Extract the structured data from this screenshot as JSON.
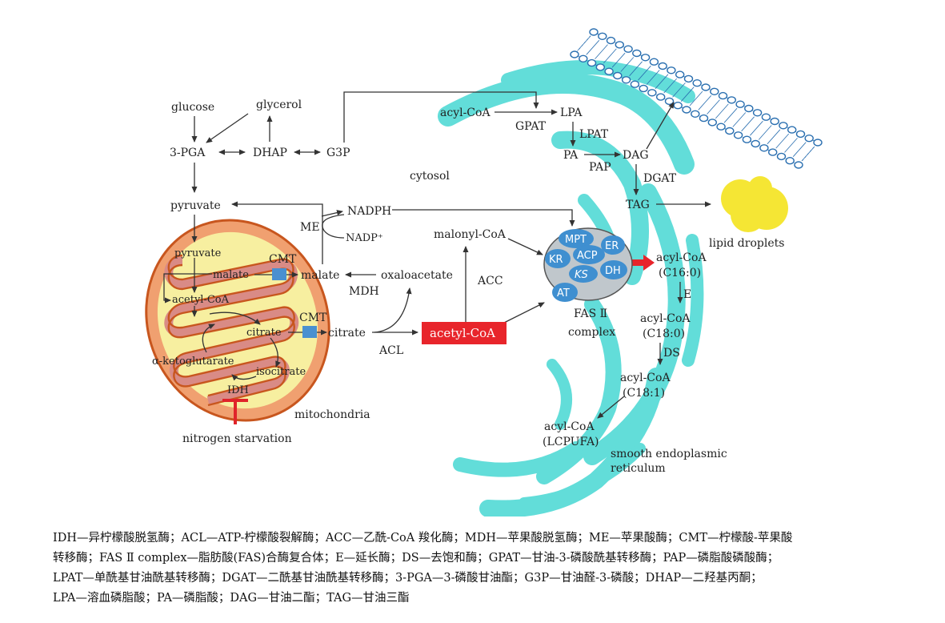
{
  "labels": {
    "glucose": "glucose",
    "glycerol": "glycerol",
    "pga": "3-PGA",
    "dhap": "DHAP",
    "g3p": "G3P",
    "pyruvate": "pyruvate",
    "cytosol": "cytosol",
    "nadph": "NADPH",
    "nadp": "NADP⁺",
    "me": "ME",
    "mito_pyruvate": "pyruvate",
    "mito_malate": "malate",
    "mito_acetyl_coa": "acetyl-CoA",
    "mito_citrate": "citrate",
    "alpha_kg": "α-ketoglutarate",
    "isocitrate": "isocitrate",
    "idh": "IDH",
    "cmt1": "CMT",
    "cmt2": "CMT",
    "malate": "malate",
    "mdh": "MDH",
    "oxaloacetate": "oxaloacetate",
    "citrate": "citrate",
    "acl": "ACL",
    "acetyl_coa": "acetyl-CoA",
    "acc": "ACC",
    "malonyl_coa": "malonyl-CoA",
    "mitochondria": "mitochondria",
    "nitrogen_starvation": "nitrogen starvation",
    "fas_line1": "FAS Ⅱ",
    "fas_line2": "complex",
    "enz_mpt": "MPT",
    "enz_kr": "KR",
    "enz_acp": "ACP",
    "enz_er": "ER",
    "enz_ks": "KS",
    "enz_dh": "DH",
    "enz_at": "AT",
    "acyl_coa_top": "acyl-CoA",
    "gpat": "GPAT",
    "lpa": "LPA",
    "lpat": "LPAT",
    "pa": "PA",
    "pap": "PAP",
    "dag": "DAG",
    "dgat": "DGAT",
    "tag": "TAG",
    "lipid_droplets": "lipid droplets",
    "acyl_c16_a": "acyl-CoA",
    "acyl_c16_b": "(C16:0)",
    "e": "E",
    "acyl_c18_0_a": "acyl-CoA",
    "acyl_c18_0_b": "(C18:0)",
    "ds": "DS",
    "acyl_c18_1_a": "acyl-CoA",
    "acyl_c18_1_b": "(C18:1)",
    "acyl_lcpufa_a": "acyl-CoA",
    "acyl_lcpufa_b": "(LCPUFA)",
    "ser_line1": "smooth endoplasmic",
    "ser_line2": "reticulum"
  },
  "caption": {
    "line1": "IDH—异柠檬酸脱氢酶；ACL—ATP-柠檬酸裂解酶；ACC—乙酰-CoA 羧化酶；MDH—苹果酸脱氢酶；ME—苹果酸酶；CMT—柠檬酸-苹果酸",
    "line2": "转移酶；FAS Ⅱ complex—脂肪酸(FAS)合酶复合体；E—延长酶；DS—去饱和酶；GPAT—甘油-3-磷酸酰基转移酶；PAP—磷脂酸磷酸酶；",
    "line3": "LPAT—单酰基甘油酰基转移酶；DGAT—二酰基甘油酰基转移酶；3-PGA—3-磷酸甘油酯；G3P—甘油醛-3-磷酸；DHAP—二羟基丙酮；",
    "line4": "LPA—溶血磷脂酸；PA—磷脂酸；DAG—甘油二酯；TAG—甘油三酯"
  },
  "colors": {
    "er_cyan": "#62ddd9",
    "mito_outer": "#f0a070",
    "mito_border": "#c8561e",
    "mito_inner": "#f7efa0",
    "enzyme_blue": "#3f8fd0",
    "cmt_blue": "#4a90d0",
    "acetyl_red": "#e8252b",
    "droplet_yellow": "#f5e634",
    "inhibit_red": "#e0242a"
  }
}
